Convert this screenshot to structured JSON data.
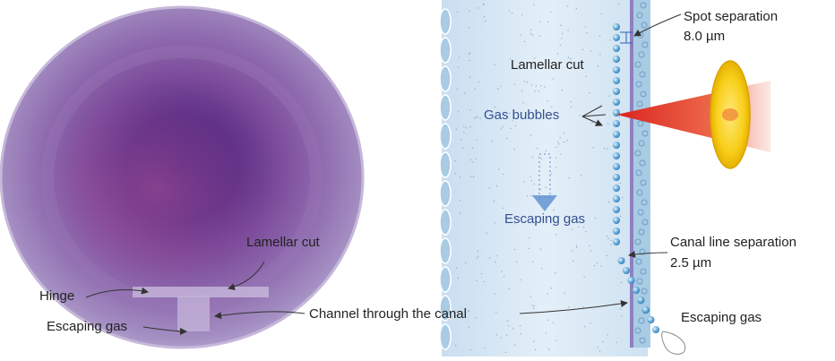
{
  "labels": {
    "lamellar_cut_left": "Lamellar cut",
    "hinge": "Hinge",
    "escaping_gas_left": "Escaping gas",
    "channel": "Channel through the canal",
    "spot_separation": "Spot separation",
    "spot_separation_value": "8.0 µm",
    "lamellar_cut_right": "Lamellar cut",
    "gas_bubbles": "Gas bubbles",
    "escaping_gas_mid": "Escaping gas",
    "canal_line_separation": "Canal line separation",
    "canal_line_separation_value": "2.5 µm",
    "escaping_gas_right": "Escaping gas"
  },
  "colors": {
    "cornea_outer": "#a48fc2",
    "cornea_inner": "#5a2f86",
    "stroma": "#dbeaf6",
    "bubble": "#6bb0dd",
    "laser": "#e23a2a",
    "lens": "#f5c400",
    "label_blue": "#33508f"
  }
}
